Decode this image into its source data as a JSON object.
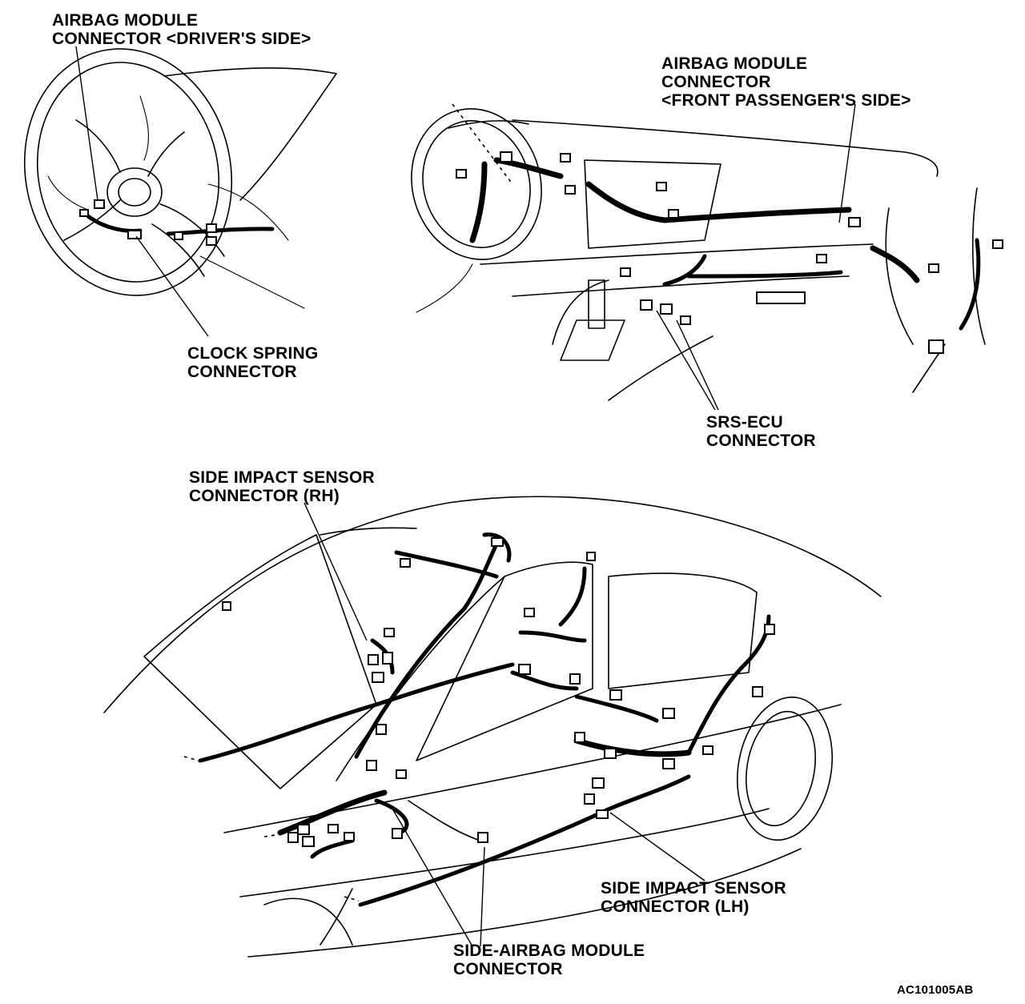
{
  "labels": {
    "airbag_driver": [
      "AIRBAG MODULE",
      "CONNECTOR <DRIVER'S SIDE>"
    ],
    "airbag_passenger": [
      "AIRBAG MODULE",
      "CONNECTOR",
      "<FRONT PASSENGER'S SIDE>"
    ],
    "clock_spring": [
      "CLOCK SPRING",
      "CONNECTOR"
    ],
    "srs_ecu": [
      "SRS-ECU",
      "CONNECTOR"
    ],
    "side_impact_rh": [
      "SIDE IMPACT SENSOR",
      "CONNECTOR (RH)"
    ],
    "side_impact_lh": [
      "SIDE IMPACT SENSOR",
      "CONNECTOR (LH)"
    ],
    "side_airbag": [
      "SIDE-AIRBAG MODULE",
      "CONNECTOR"
    ],
    "figure_code": "AC101005AB"
  }
}
